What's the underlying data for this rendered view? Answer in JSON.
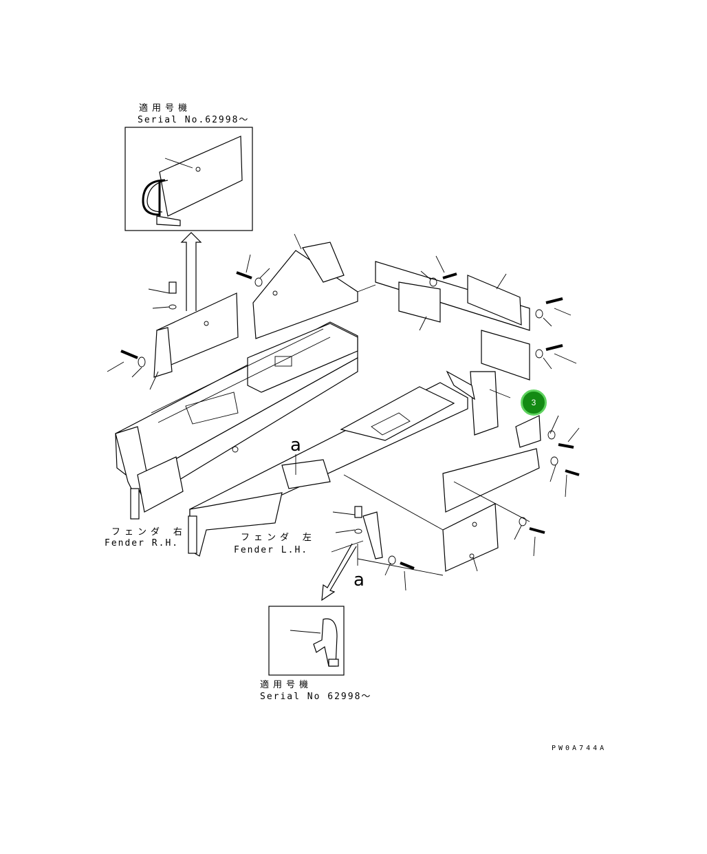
{
  "inset_top": {
    "jp": "適用号機",
    "serial": "Serial No.62998～"
  },
  "inset_bottom": {
    "jp": "適用号機",
    "serial": "Serial No 62998～"
  },
  "fender_rh": {
    "jp": "フェンダ 右",
    "en": "Fender R.H."
  },
  "fender_lh": {
    "jp": "フェンダ 左",
    "en": "Fender L.H."
  },
  "view_ref": "a",
  "callout": {
    "number": "3",
    "color": "#138a13",
    "ring_color": "#5fd35f"
  },
  "drawing_code": "PW0A744A"
}
